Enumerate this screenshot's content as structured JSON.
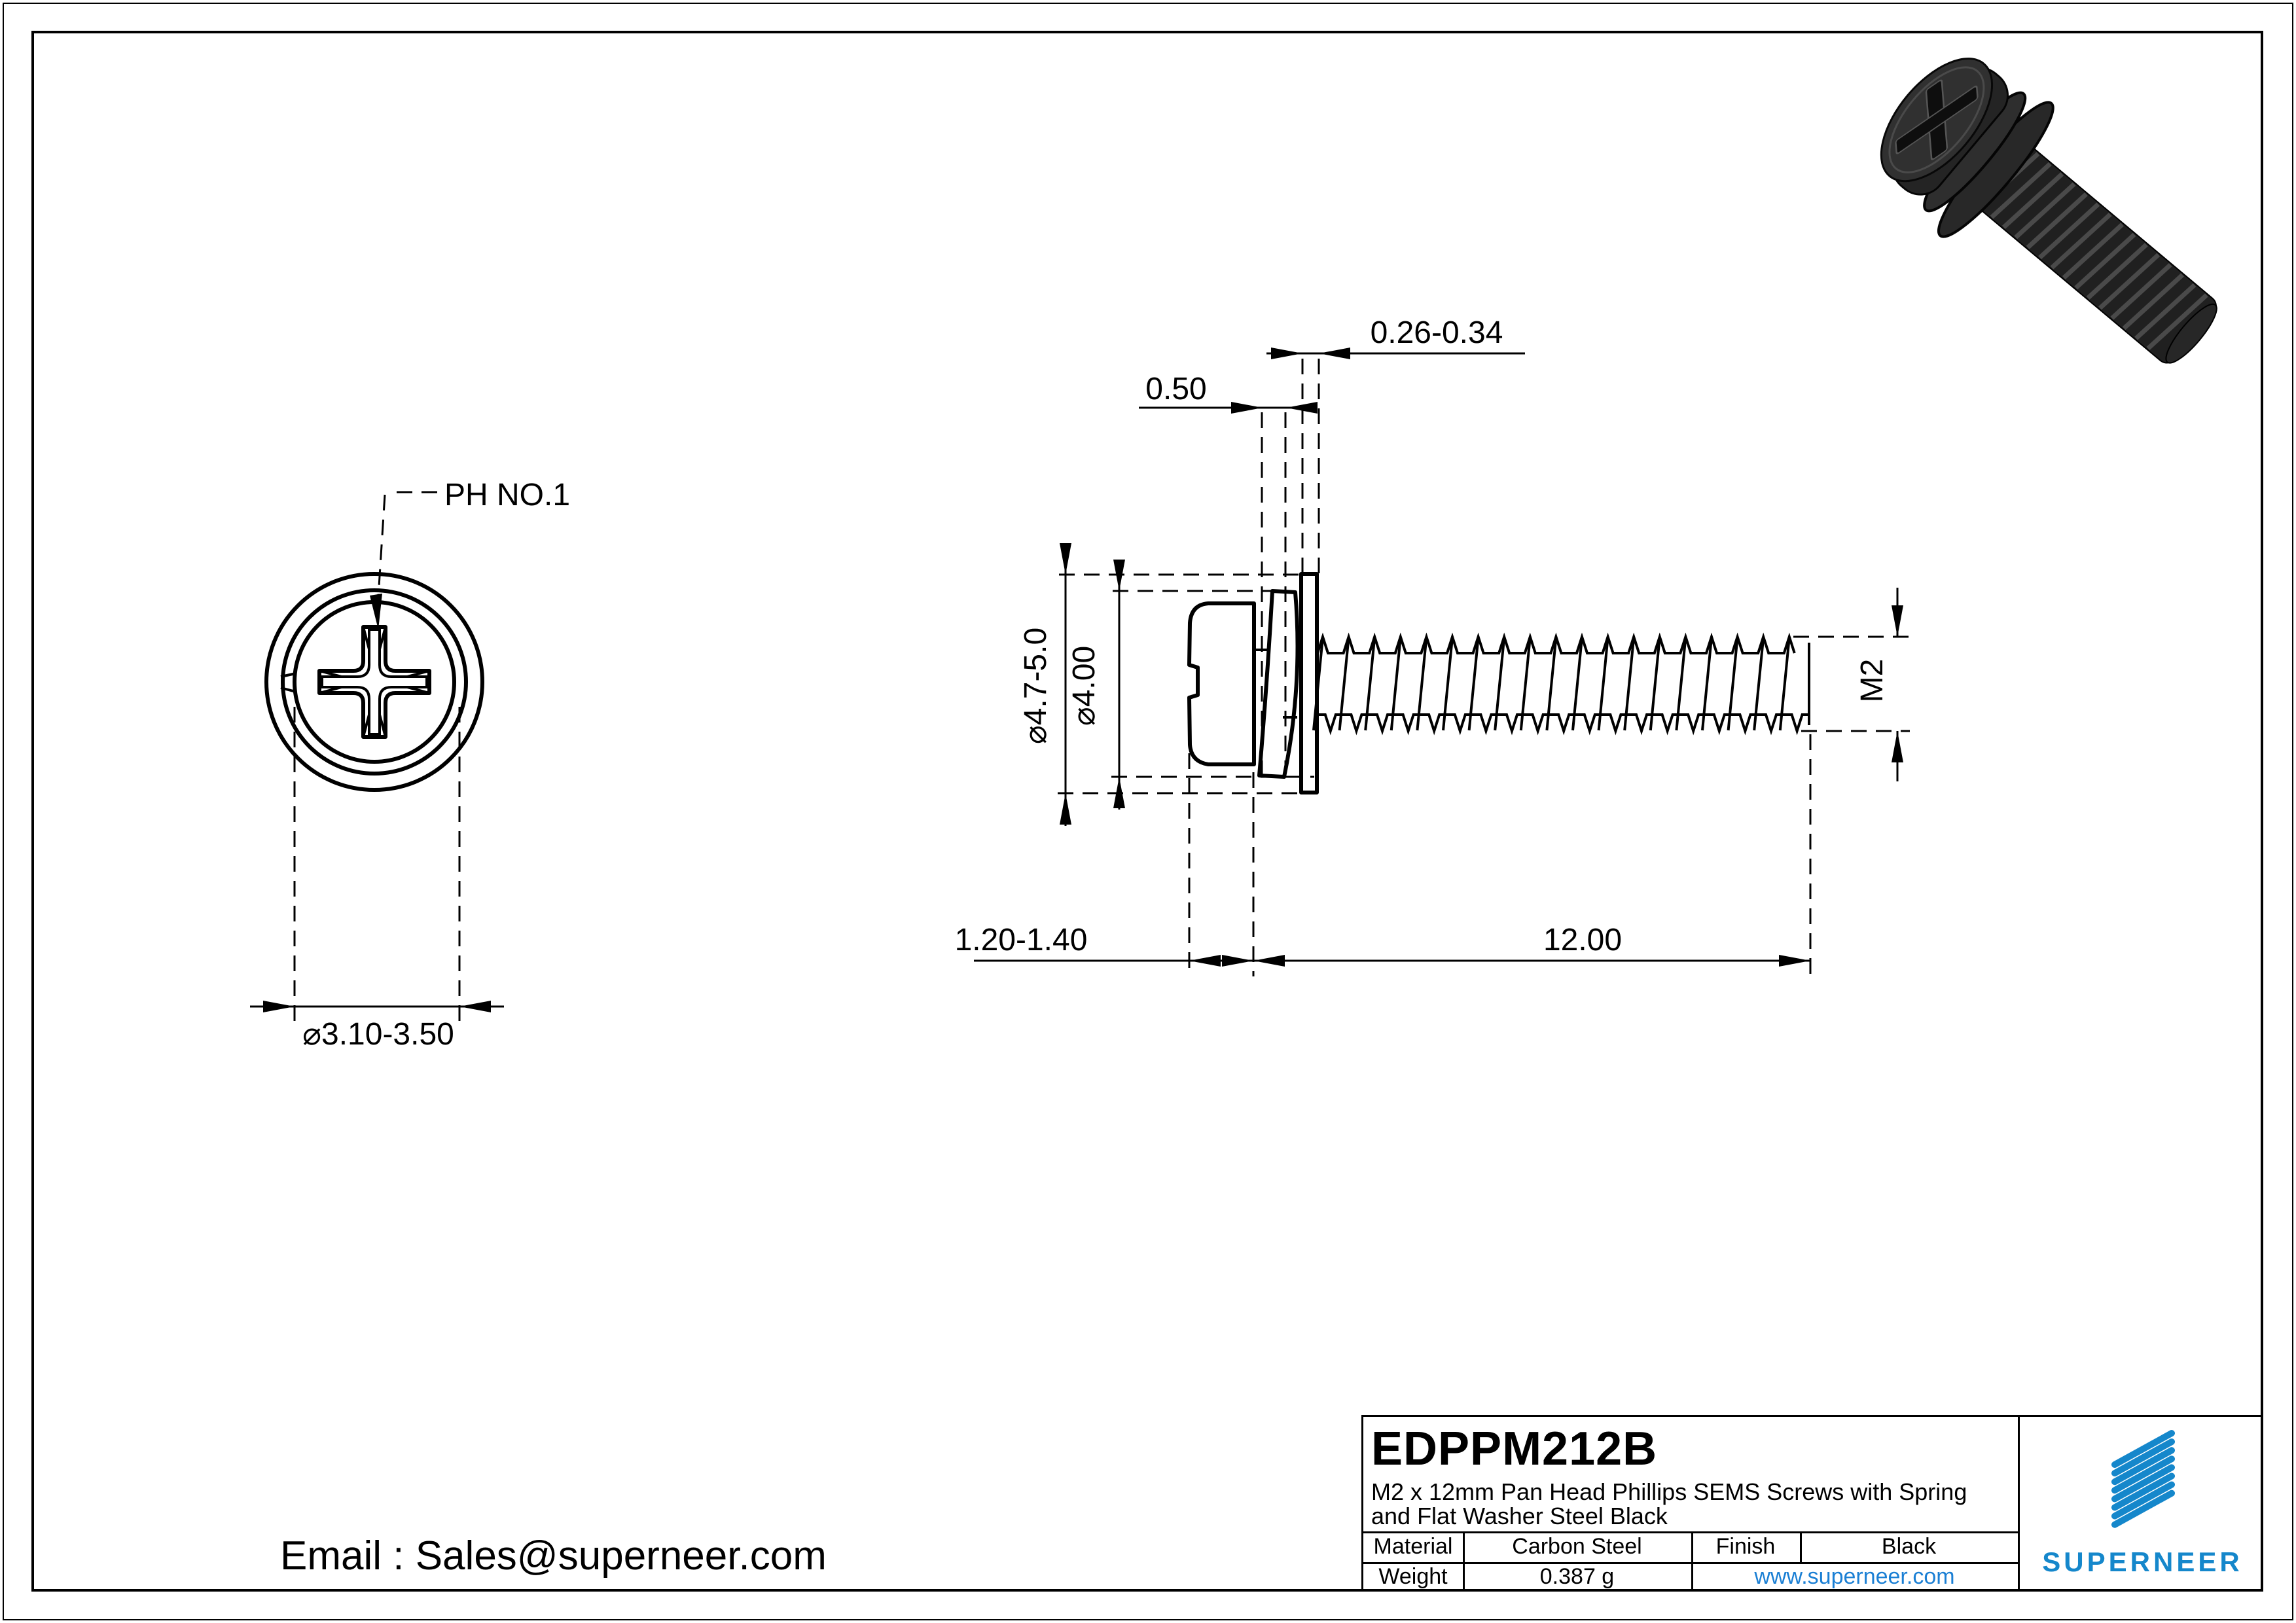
{
  "top_view": {
    "recess_label": "PH NO.1",
    "head_diameter": "⌀3.10-3.50"
  },
  "side_view": {
    "flat_washer_thickness": "0.26-0.34",
    "spring_washer_thickness": "0.50",
    "flat_washer_od": "⌀4.7-5.0",
    "spring_washer_od": "⌀4.00",
    "thread_size": "M2",
    "head_height": "1.20-1.40",
    "thread_length": "12.00"
  },
  "title_block": {
    "part_number": "EDPPM212B",
    "description": "M2 x 12mm Pan Head Phillips SEMS Screws with Spring and Flat Washer Steel Black",
    "material_label": "Material",
    "material_value": "Carbon Steel",
    "finish_label": "Finish",
    "finish_value": "Black",
    "weight_label": "Weight",
    "weight_value": "0.387 g",
    "website": "www.superneer.com",
    "brand": "SUPERNEER"
  },
  "footer": {
    "email": "Email : Sales@superneer.com"
  },
  "colors": {
    "line": "#000000",
    "brand_blue": "#1587cb",
    "link_blue": "#1a7fd4",
    "screw_body": "#222222"
  }
}
